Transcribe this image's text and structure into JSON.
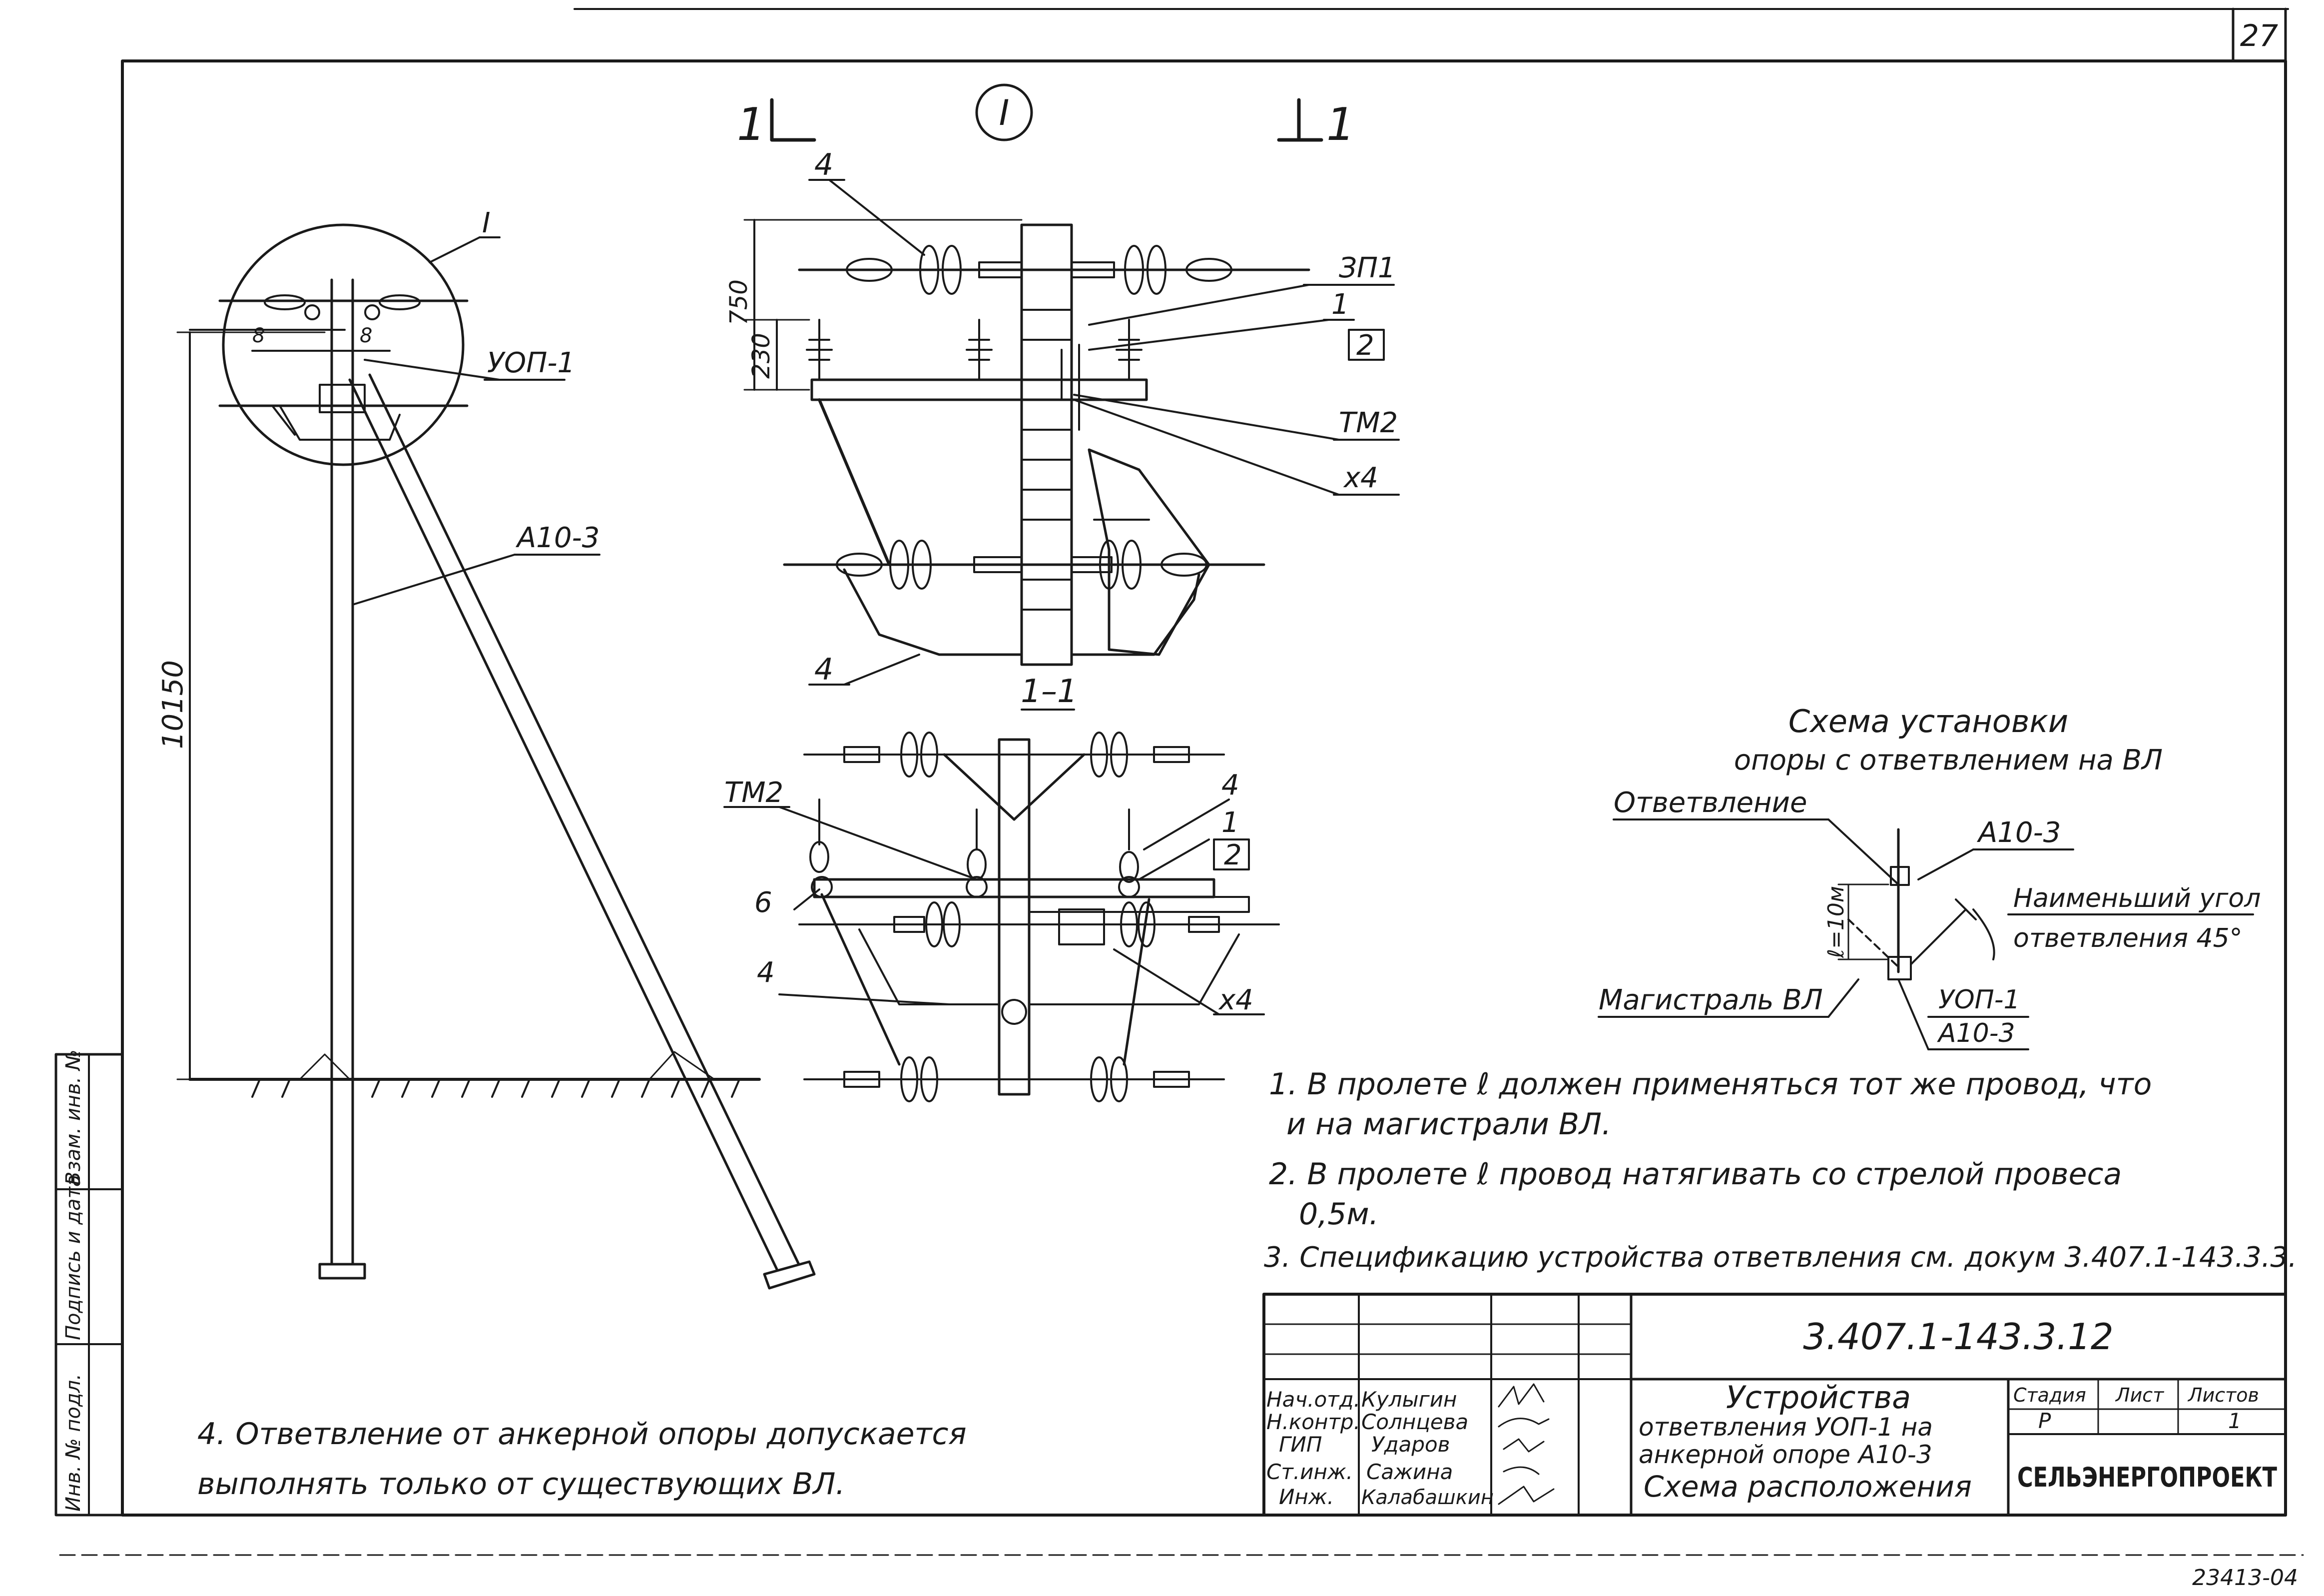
{
  "sheet": {
    "page_number": "27",
    "archive_number": "23413-04",
    "colors": {
      "ink": "#1a1a1a",
      "paper": "#ffffff"
    }
  },
  "main_view": {
    "detail_callout": "I",
    "pole_label": "А10-3",
    "attachment_label": "УОП-1",
    "height_dim": "10150"
  },
  "section_1_1": {
    "cut_mark_left": "1",
    "cut_mark_right": "1",
    "detail_mark": "I",
    "dim_top": "750",
    "dim_mid": "230",
    "labels": [
      "ЗП1",
      "1",
      "2",
      "ТМ2",
      "x4",
      "4",
      "4"
    ],
    "caption": "1–1"
  },
  "plan_view": {
    "labels": [
      "ТМ2",
      "4",
      "1",
      "2",
      "6",
      "4",
      "x4"
    ]
  },
  "install_scheme": {
    "title_line1": "Схема установки",
    "title_line2": "опоры с ответвлением на ВЛ",
    "branch_label": "Ответвление",
    "branch_pole": "А10-3",
    "span_label": "ℓ=10м",
    "angle_label_line1": "Наименьший угол",
    "angle_label_line2": "ответвления 45°",
    "mainline_label": "Магистраль ВЛ",
    "mainline_pole_1": "УОП-1",
    "mainline_pole_2": "А10-3"
  },
  "notes": {
    "note1_line1": "1. В пролете ℓ должен применяться тот же провод, что",
    "note1_line2": "и на магистрали ВЛ.",
    "note2_line1": "2. В пролете ℓ провод натягивать со стрелой провеса",
    "note2_line2": "0,5м.",
    "note3": "3. Спецификацию устройства ответвления см. докум 3.407.1-143.3.3.",
    "note4_line1": "4. Ответвление от анкерной опоры допускается",
    "note4_line2": "выполнять только от существующих ВЛ."
  },
  "side_stamp": {
    "cells": [
      "Инв. № подл.",
      "Подпись и дата",
      "Взам. инв. №"
    ]
  },
  "title_block": {
    "doc_code": "3.407.1-143.3.12",
    "roles": [
      "Нач.отд.",
      "Н.контр.",
      "ГИП",
      "Ст.инж.",
      "Инж."
    ],
    "names": [
      "Кулыгин",
      "Солнцева",
      "Ударов",
      "Сажина",
      "Калабашкин"
    ],
    "title_line1": "Устройства",
    "title_line2": "ответвления УОП-1 на",
    "title_line3": "анкерной опоре А10-3",
    "title_line4": "Схема расположения",
    "col_stage": "Стадия",
    "col_sheet": "Лист",
    "col_sheets": "Листов",
    "stage": "Р",
    "sheets": "1",
    "org": "СЕЛЬЭНЕРГОПРОЕКТ"
  }
}
